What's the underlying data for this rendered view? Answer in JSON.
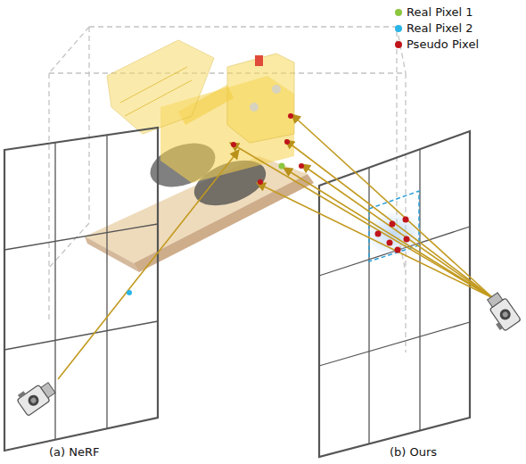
{
  "diagram": {
    "labels": [
      "(a) NeRF",
      "(b) Ours"
    ],
    "legend": [
      {
        "text": "Real Pixel 1",
        "color": "#8dc63f"
      },
      {
        "text": "Real Pixel 2",
        "color": "#29b5e8"
      },
      {
        "text": "Pseudo Pixel",
        "color": "#c0141b"
      }
    ]
  }
}
